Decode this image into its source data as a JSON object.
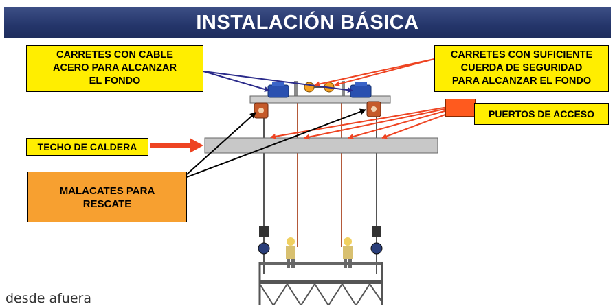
{
  "title": "INSTALACIÓN BÁSICA",
  "labels": {
    "carretes_cable": [
      "CARRETES CON CABLE",
      "ACERO PARA ALCANZAR",
      "EL FONDO"
    ],
    "carretes_cuerda": [
      "CARRETES CON SUFICIENTE",
      "CUERDA DE SEGURIDAD",
      "PARA ALCANZAR EL FONDO"
    ],
    "puertos_acceso": "PUERTOS DE ACCESO",
    "techo_caldera": "TECHO DE CALDERA",
    "malacates": [
      "MALACATES PARA",
      "RESCATE"
    ]
  },
  "footer_text": "desde afuera",
  "colors": {
    "title_bg": "#24356a",
    "label_yellow": "#ffee00",
    "label_orange": "#f7a030",
    "arrow_blue": "#2a2a8a",
    "arrow_red": "#ee4422",
    "arrow_black": "#000000"
  }
}
